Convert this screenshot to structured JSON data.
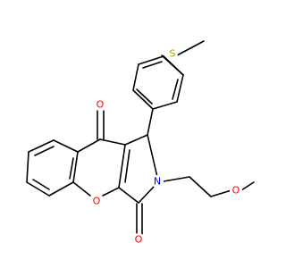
{
  "molecule": {
    "atom_labels": {
      "sulfur": "S",
      "ketone_oxygen_top": "O",
      "ring_oxygen": "O",
      "amide_oxygen": "O",
      "nitrogen": "N",
      "ether_oxygen": "O"
    },
    "colors": {
      "bond": "#000000",
      "sulfur": "#b3a000",
      "oxygen": "#ff0000",
      "nitrogen": "#0000ff"
    }
  }
}
